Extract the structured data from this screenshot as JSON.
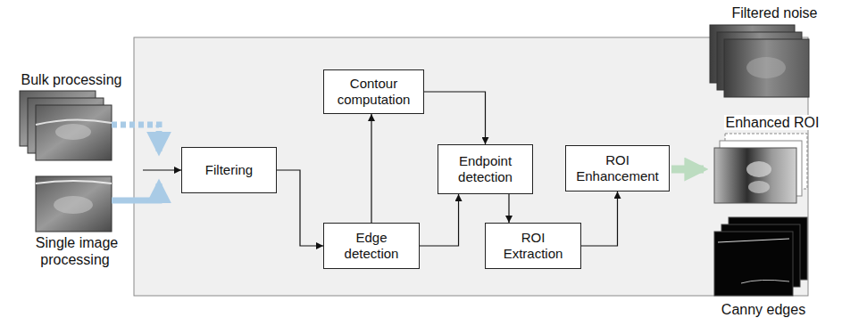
{
  "diagram": {
    "nodes": [
      {
        "text": [
          "Filtering"
        ]
      },
      {
        "text": [
          "Contour computation"
        ]
      },
      {
        "text": [
          "Edge detection"
        ]
      },
      {
        "text": [
          "Endpoint detection"
        ]
      },
      {
        "text": [
          "ROI Extraction"
        ]
      },
      {
        "text": [
          "ROI Enhancement"
        ]
      }
    ],
    "edges": [
      {
        "from": 0,
        "to": 2,
        "arrow": "to"
      },
      {
        "from": 2,
        "to": 1,
        "arrow": "to"
      },
      {
        "from": 1,
        "to": 3,
        "arrow": "to"
      },
      {
        "from": 2,
        "to": 3,
        "arrow": "to"
      },
      {
        "from": 3,
        "to": 4,
        "arrow": "to"
      },
      {
        "from": 4,
        "to": 5,
        "arrow": "to"
      }
    ],
    "labels": [
      "Bulk processing",
      "Single image processing",
      "Filtered noise",
      "Enhanced ROI",
      "Canny edges"
    ]
  }
}
